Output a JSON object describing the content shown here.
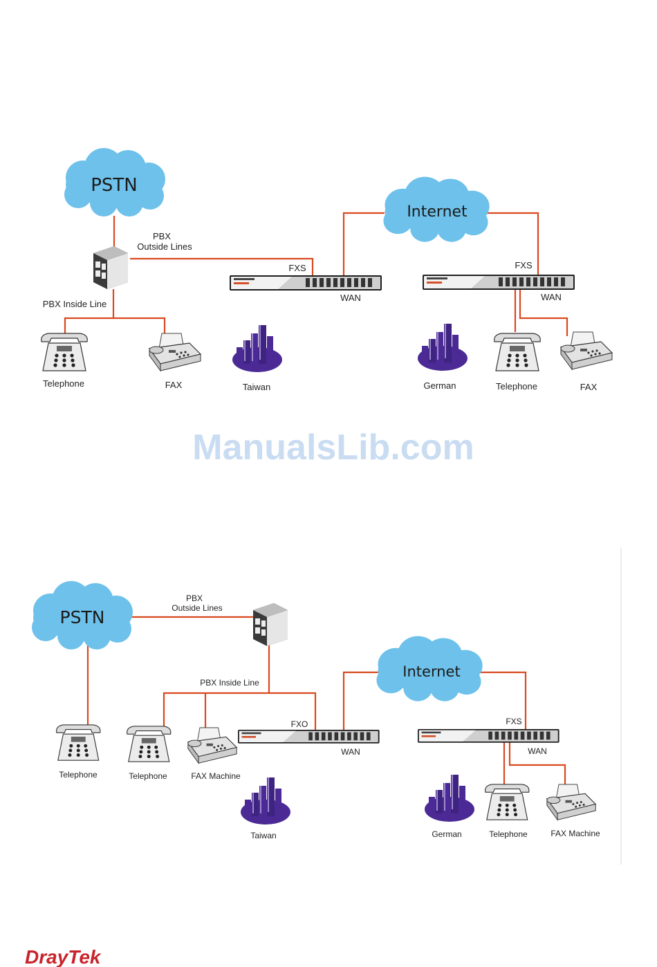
{
  "watermark": "ManualsLib.com",
  "brand": "DrayTek",
  "diagram1": {
    "pstn": "PSTN",
    "internet": "Internet",
    "pbx_outside_1": "PBX",
    "pbx_outside_2": "Outside Lines",
    "pbx_inside": "PBX Inside Line",
    "router1_port": "FXS",
    "router1_wan": "WAN",
    "router2_port": "FXS",
    "router2_wan": "WAN",
    "telephone_left": "Telephone",
    "fax_left": "FAX",
    "site_left": "Taiwan",
    "site_right": "German",
    "telephone_right": "Telephone",
    "fax_right": "FAX"
  },
  "diagram2": {
    "pstn": "PSTN",
    "internet": "Internet",
    "pbx_outside_1": "PBX",
    "pbx_outside_2": "Outside Lines",
    "pbx_inside": "PBX Inside Line",
    "router1_port": "FXO",
    "router1_wan": "WAN",
    "router2_port": "FXS",
    "router2_wan": "WAN",
    "telephone_1": "Telephone",
    "telephone_2": "Telephone",
    "fax_left": "FAX Machine",
    "site_left": "Taiwan",
    "site_right": "German",
    "telephone_right": "Telephone",
    "fax_right": "FAX Machine"
  },
  "colors": {
    "cloud": "#6ec1ea",
    "wire": "#d9481f",
    "building": "#4b2a95",
    "brand": "#c8242b",
    "watermark": "#c9dcf2"
  }
}
